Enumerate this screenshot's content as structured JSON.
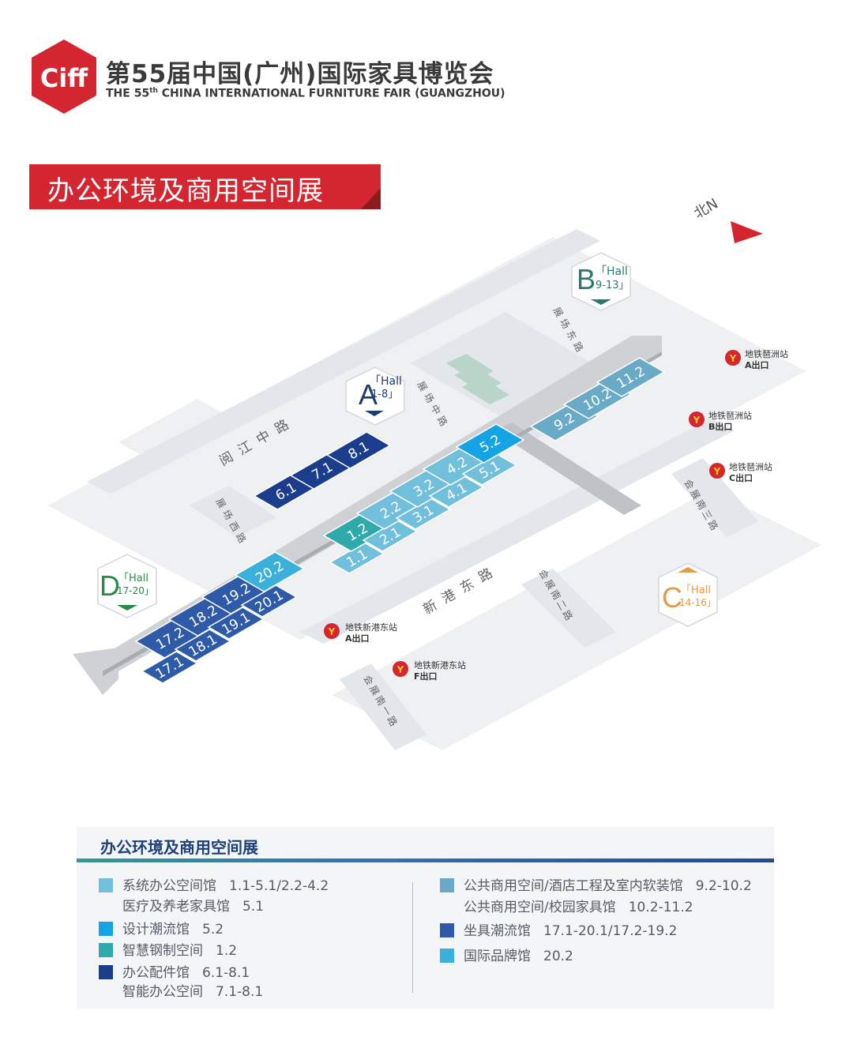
{
  "header": {
    "logo_text": "Ciff",
    "title_cn": "第55届中国(广州)国际家具博览会",
    "title_en_prefix": "THE 55",
    "title_en_sup": "th",
    "title_en_rest": "CHINA INTERNATIONAL FURNITURE FAIR (GUANGZHOU)"
  },
  "banner": {
    "title": "办公环境及商用空间展"
  },
  "compass": {
    "label": "北N"
  },
  "zones": [
    {
      "letter": "A",
      "hall_word": "「Hall",
      "range": "1-8」"
    },
    {
      "letter": "B",
      "hall_word": "「Hall",
      "range": "9-13」"
    },
    {
      "letter": "C",
      "hall_word": "「Hall",
      "range": "14-16」"
    },
    {
      "letter": "D",
      "hall_word": "「Hall",
      "range": "17-20」"
    }
  ],
  "roads": {
    "yuejiang": "阅江中路",
    "xingang": "新港东路",
    "zhanchang_dong": "展场东路",
    "zhanchang_zhong": "展场中路",
    "zhanchang_xi": "展场西路",
    "huizhan_nan1": "会展南一路",
    "huizhan_nan2": "会展南二路",
    "huizhan_nan3": "会展南三路"
  },
  "metro": [
    {
      "station": "地铁琶洲站",
      "exit": "A出口"
    },
    {
      "station": "地铁琶洲站",
      "exit": "B出口"
    },
    {
      "station": "地铁琶洲站",
      "exit": "C出口"
    },
    {
      "station": "地铁新港东站",
      "exit": "A出口"
    },
    {
      "station": "地铁新港东站",
      "exit": "F出口"
    }
  ],
  "halls": [
    "1.1",
    "1.2",
    "2.1",
    "2.2",
    "3.1",
    "3.2",
    "4.1",
    "4.2",
    "5.1",
    "5.2",
    "6.1",
    "7.1",
    "8.1",
    "9.2",
    "10.2",
    "11.2",
    "17.1",
    "17.2",
    "18.1",
    "18.2",
    "19.1",
    "19.2",
    "20.1",
    "20.2"
  ],
  "colors": {
    "brand_red": "#d42630",
    "system_office": "#71bfdb",
    "design_trend": "#14a3e3",
    "smart_steel": "#2fa9a9",
    "office_accessories": "#1b3d8c",
    "public_commercial": "#6aaac6",
    "seating": "#2e5aa7",
    "intl_brand": "#3ab0da"
  },
  "legend": {
    "title": "办公环境及商用空间展",
    "left": [
      {
        "name": "系统办公空间馆",
        "halls": "1.1-5.1/2.2-4.2",
        "color": "#71bfdb"
      },
      {
        "name": "医疗及养老家具馆",
        "halls": "5.1",
        "color": ""
      },
      {
        "name": "设计潮流馆",
        "halls": "5.2",
        "color": "#14a3e3"
      },
      {
        "name": "智慧钢制空间",
        "halls": "1.2",
        "color": "#2fa9a9"
      },
      {
        "name": "办公配件馆",
        "halls": "6.1-8.1",
        "color": "#1b3d8c"
      },
      {
        "name": "智能办公空间",
        "halls": "7.1-8.1",
        "color": ""
      }
    ],
    "right": [
      {
        "name": "公共商用空间/酒店工程及室内软装馆",
        "halls": "9.2-10.2",
        "color": "#6aaac6"
      },
      {
        "name": "公共商用空间/校园家具馆",
        "halls": "10.2-11.2",
        "color": ""
      },
      {
        "name": "坐具潮流馆",
        "halls": "17.1-20.1/17.2-19.2",
        "color": "#2e5aa7"
      },
      {
        "name": "国际品牌馆",
        "halls": "20.2",
        "color": "#3ab0da"
      }
    ]
  }
}
